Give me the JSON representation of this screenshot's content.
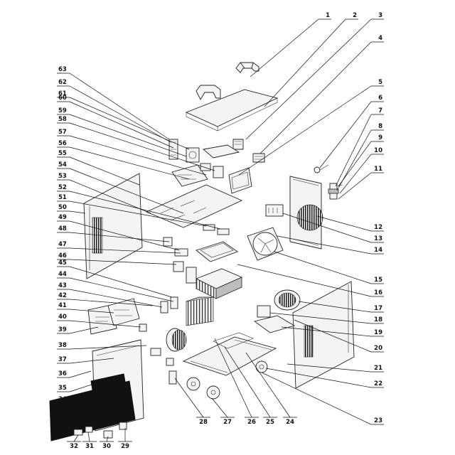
{
  "callouts": {
    "right_column": [
      "1",
      "2",
      "3",
      "4",
      "5",
      "6",
      "7",
      "8",
      "9",
      "10",
      "11",
      "12",
      "13",
      "14",
      "15",
      "16",
      "17",
      "18",
      "19",
      "20",
      "21",
      "22",
      "23"
    ],
    "bottom_row": [
      "24",
      "25",
      "26",
      "27",
      "28",
      "29",
      "30",
      "31",
      "32",
      "33"
    ],
    "left_column": [
      "34",
      "35",
      "36",
      "37",
      "38",
      "39",
      "40",
      "41",
      "42",
      "43",
      "44",
      "45",
      "46",
      "47",
      "48",
      "49",
      "50",
      "51",
      "52",
      "53",
      "54",
      "55",
      "56",
      "57",
      "58",
      "59",
      "60",
      "61",
      "62",
      "63"
    ]
  }
}
